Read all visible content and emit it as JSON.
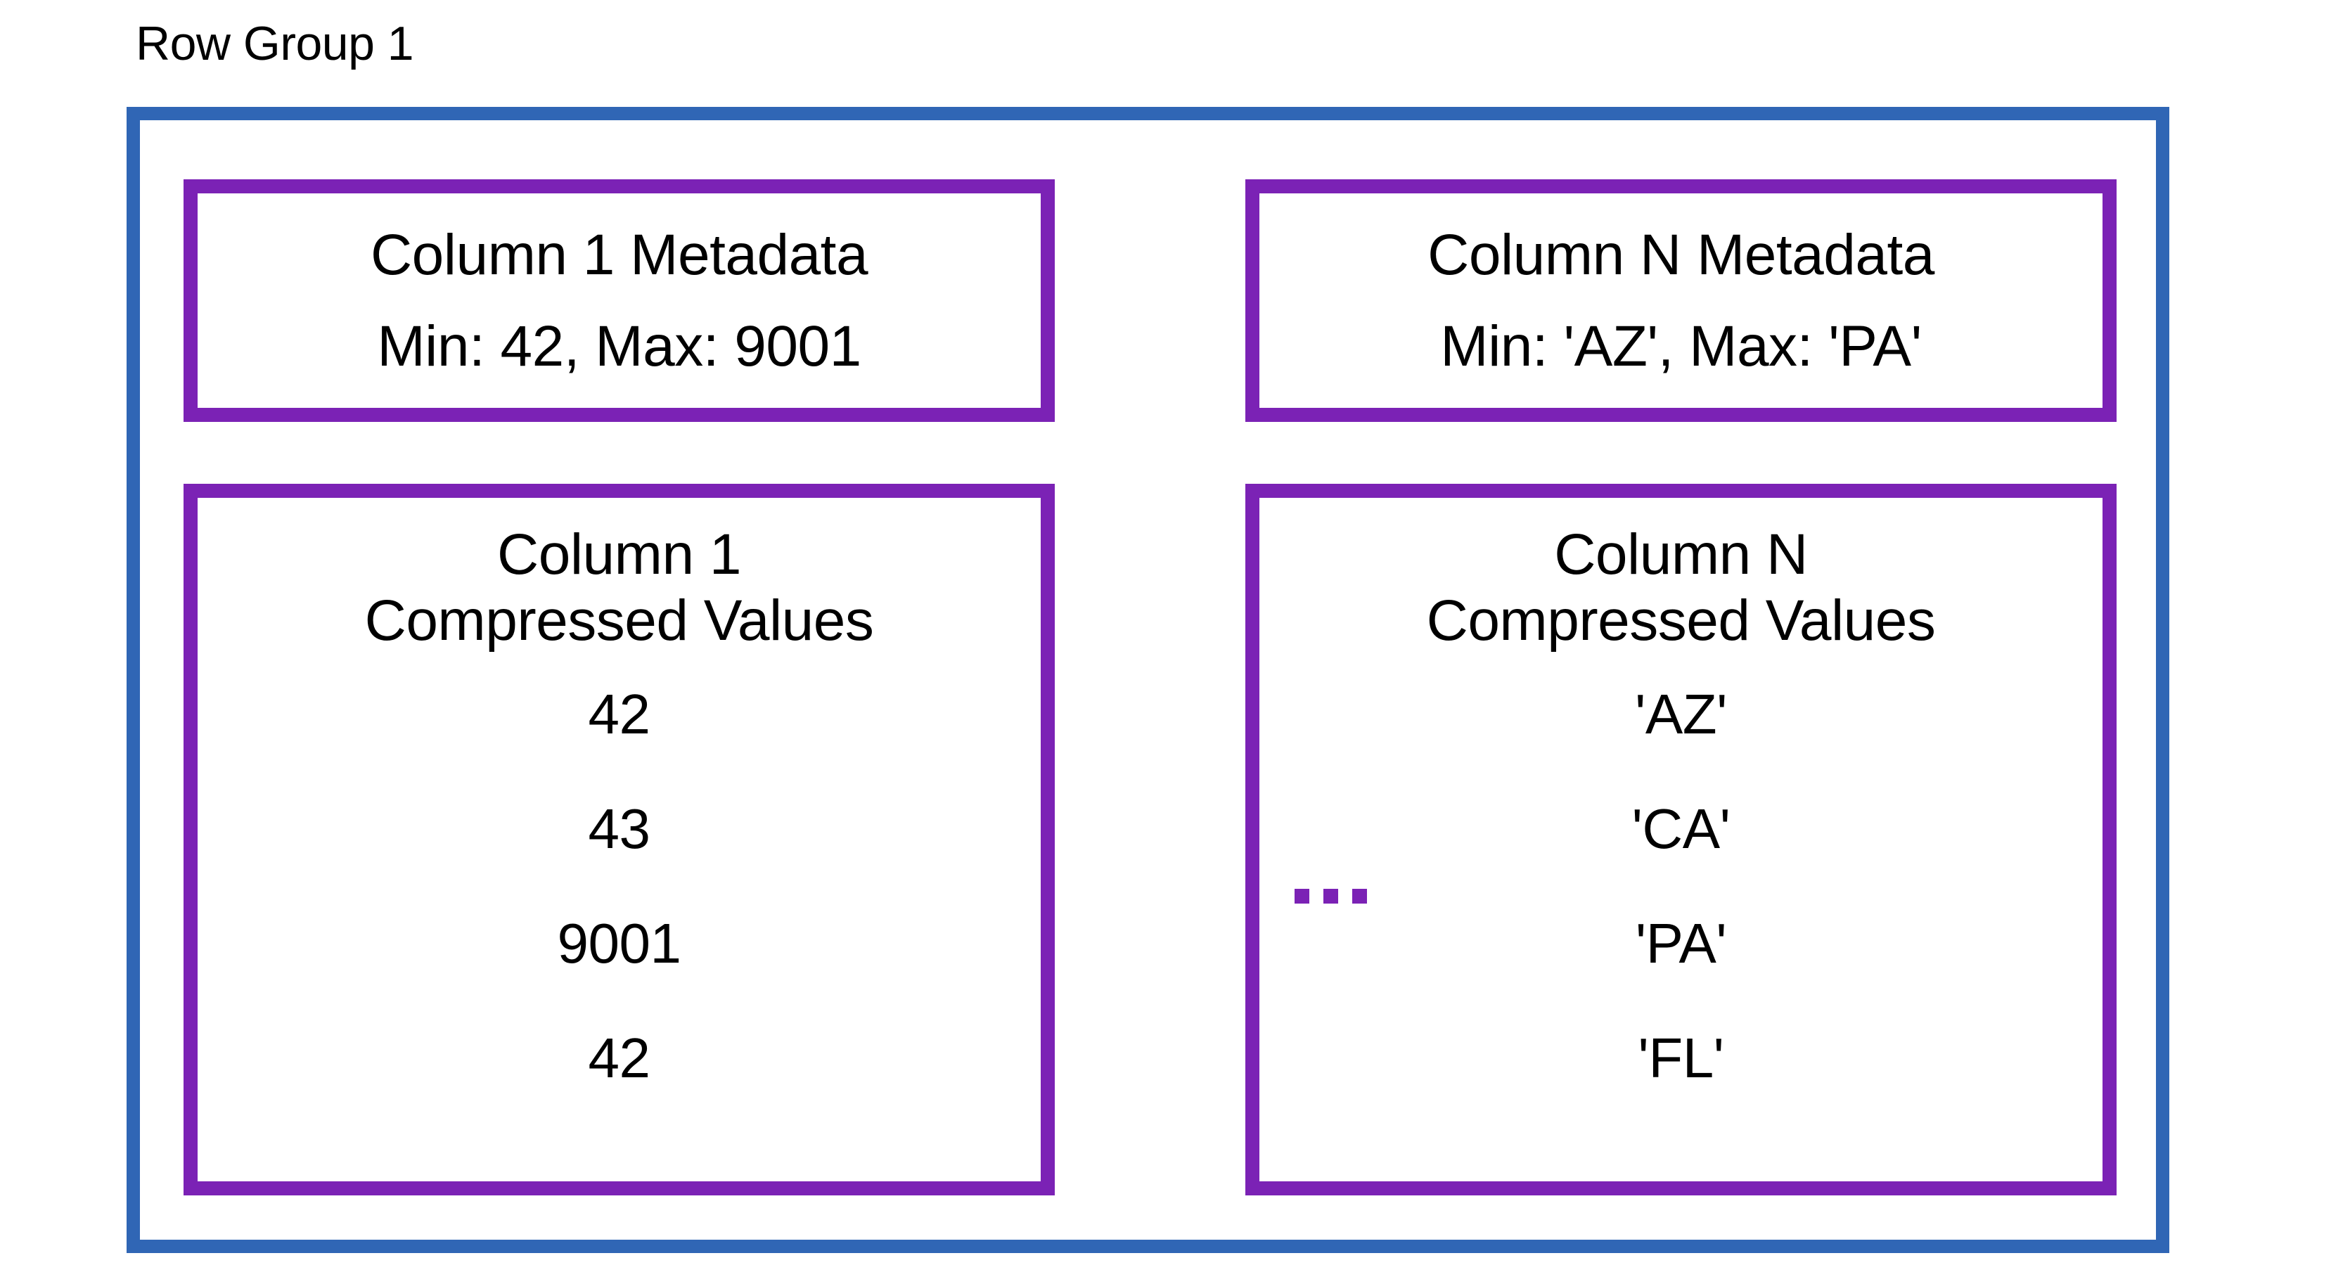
{
  "diagram": {
    "title": "Row Group 1",
    "frame_color": "#3066b5",
    "box_color": "#7b22b5",
    "ellipsis": {
      "icon": "horizontal-ellipsis-icon",
      "dot_count": 3,
      "color": "#7b22b5"
    },
    "columns": [
      {
        "id": "column-1",
        "metadata": {
          "title": "Column 1 Metadata",
          "stats": "Min: 42, Max: 9001",
          "min": "42",
          "max": "9001"
        },
        "values": {
          "heading_line1": "Column 1",
          "heading_line2": "Compressed Values",
          "items": [
            "42",
            "43",
            "9001",
            "42"
          ]
        }
      },
      {
        "id": "column-n",
        "metadata": {
          "title": "Column N Metadata",
          "stats": "Min: 'AZ', Max: 'PA'",
          "min": "'AZ'",
          "max": "'PA'"
        },
        "values": {
          "heading_line1": "Column N",
          "heading_line2": "Compressed Values",
          "items": [
            "'AZ'",
            "'CA'",
            "'PA'",
            "'FL'"
          ]
        }
      }
    ]
  }
}
